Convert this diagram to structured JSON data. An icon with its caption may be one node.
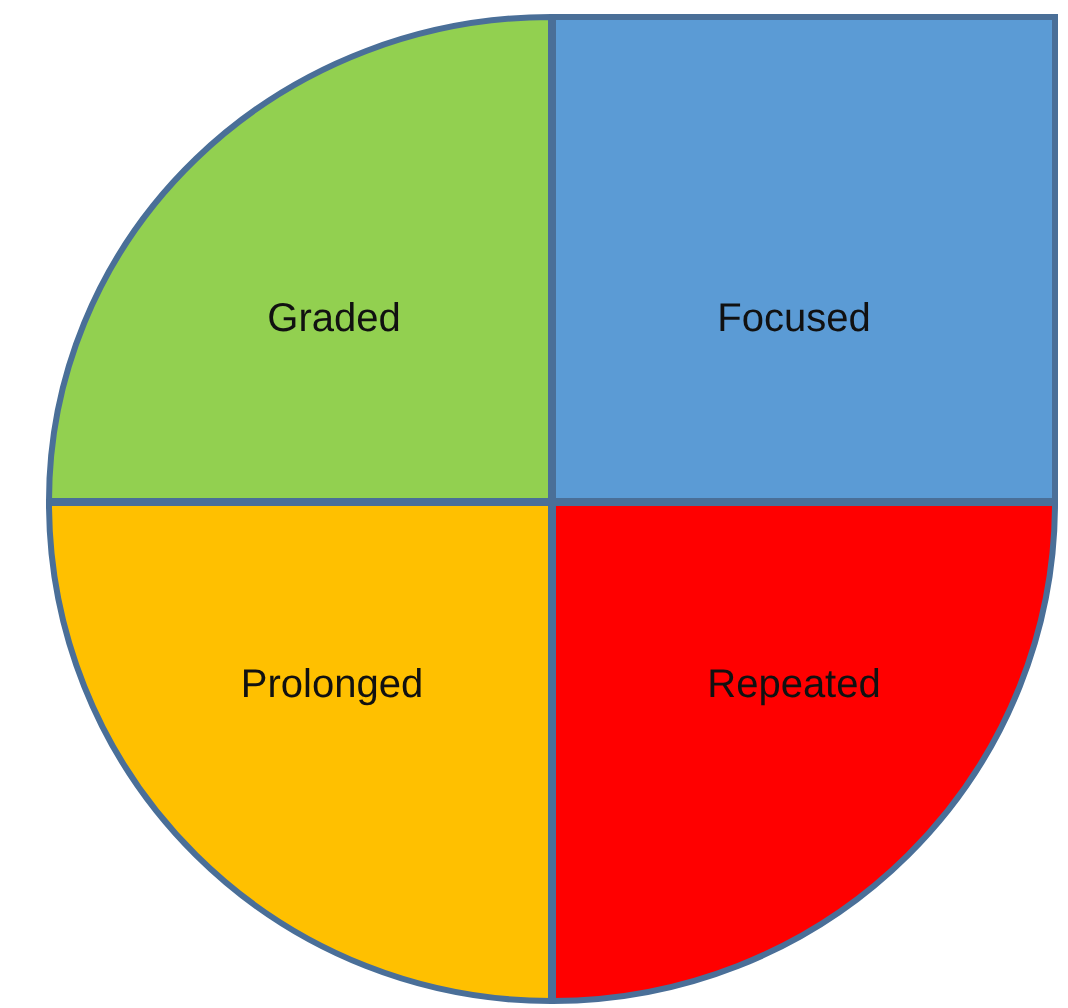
{
  "diagram": {
    "nodes": [
      {
        "text": [
          "Graded"
        ]
      },
      {
        "text": [
          "Focused"
        ]
      },
      {
        "text": [
          "Prolonged"
        ]
      },
      {
        "text": [
          "Repeated"
        ]
      }
    ]
  }
}
